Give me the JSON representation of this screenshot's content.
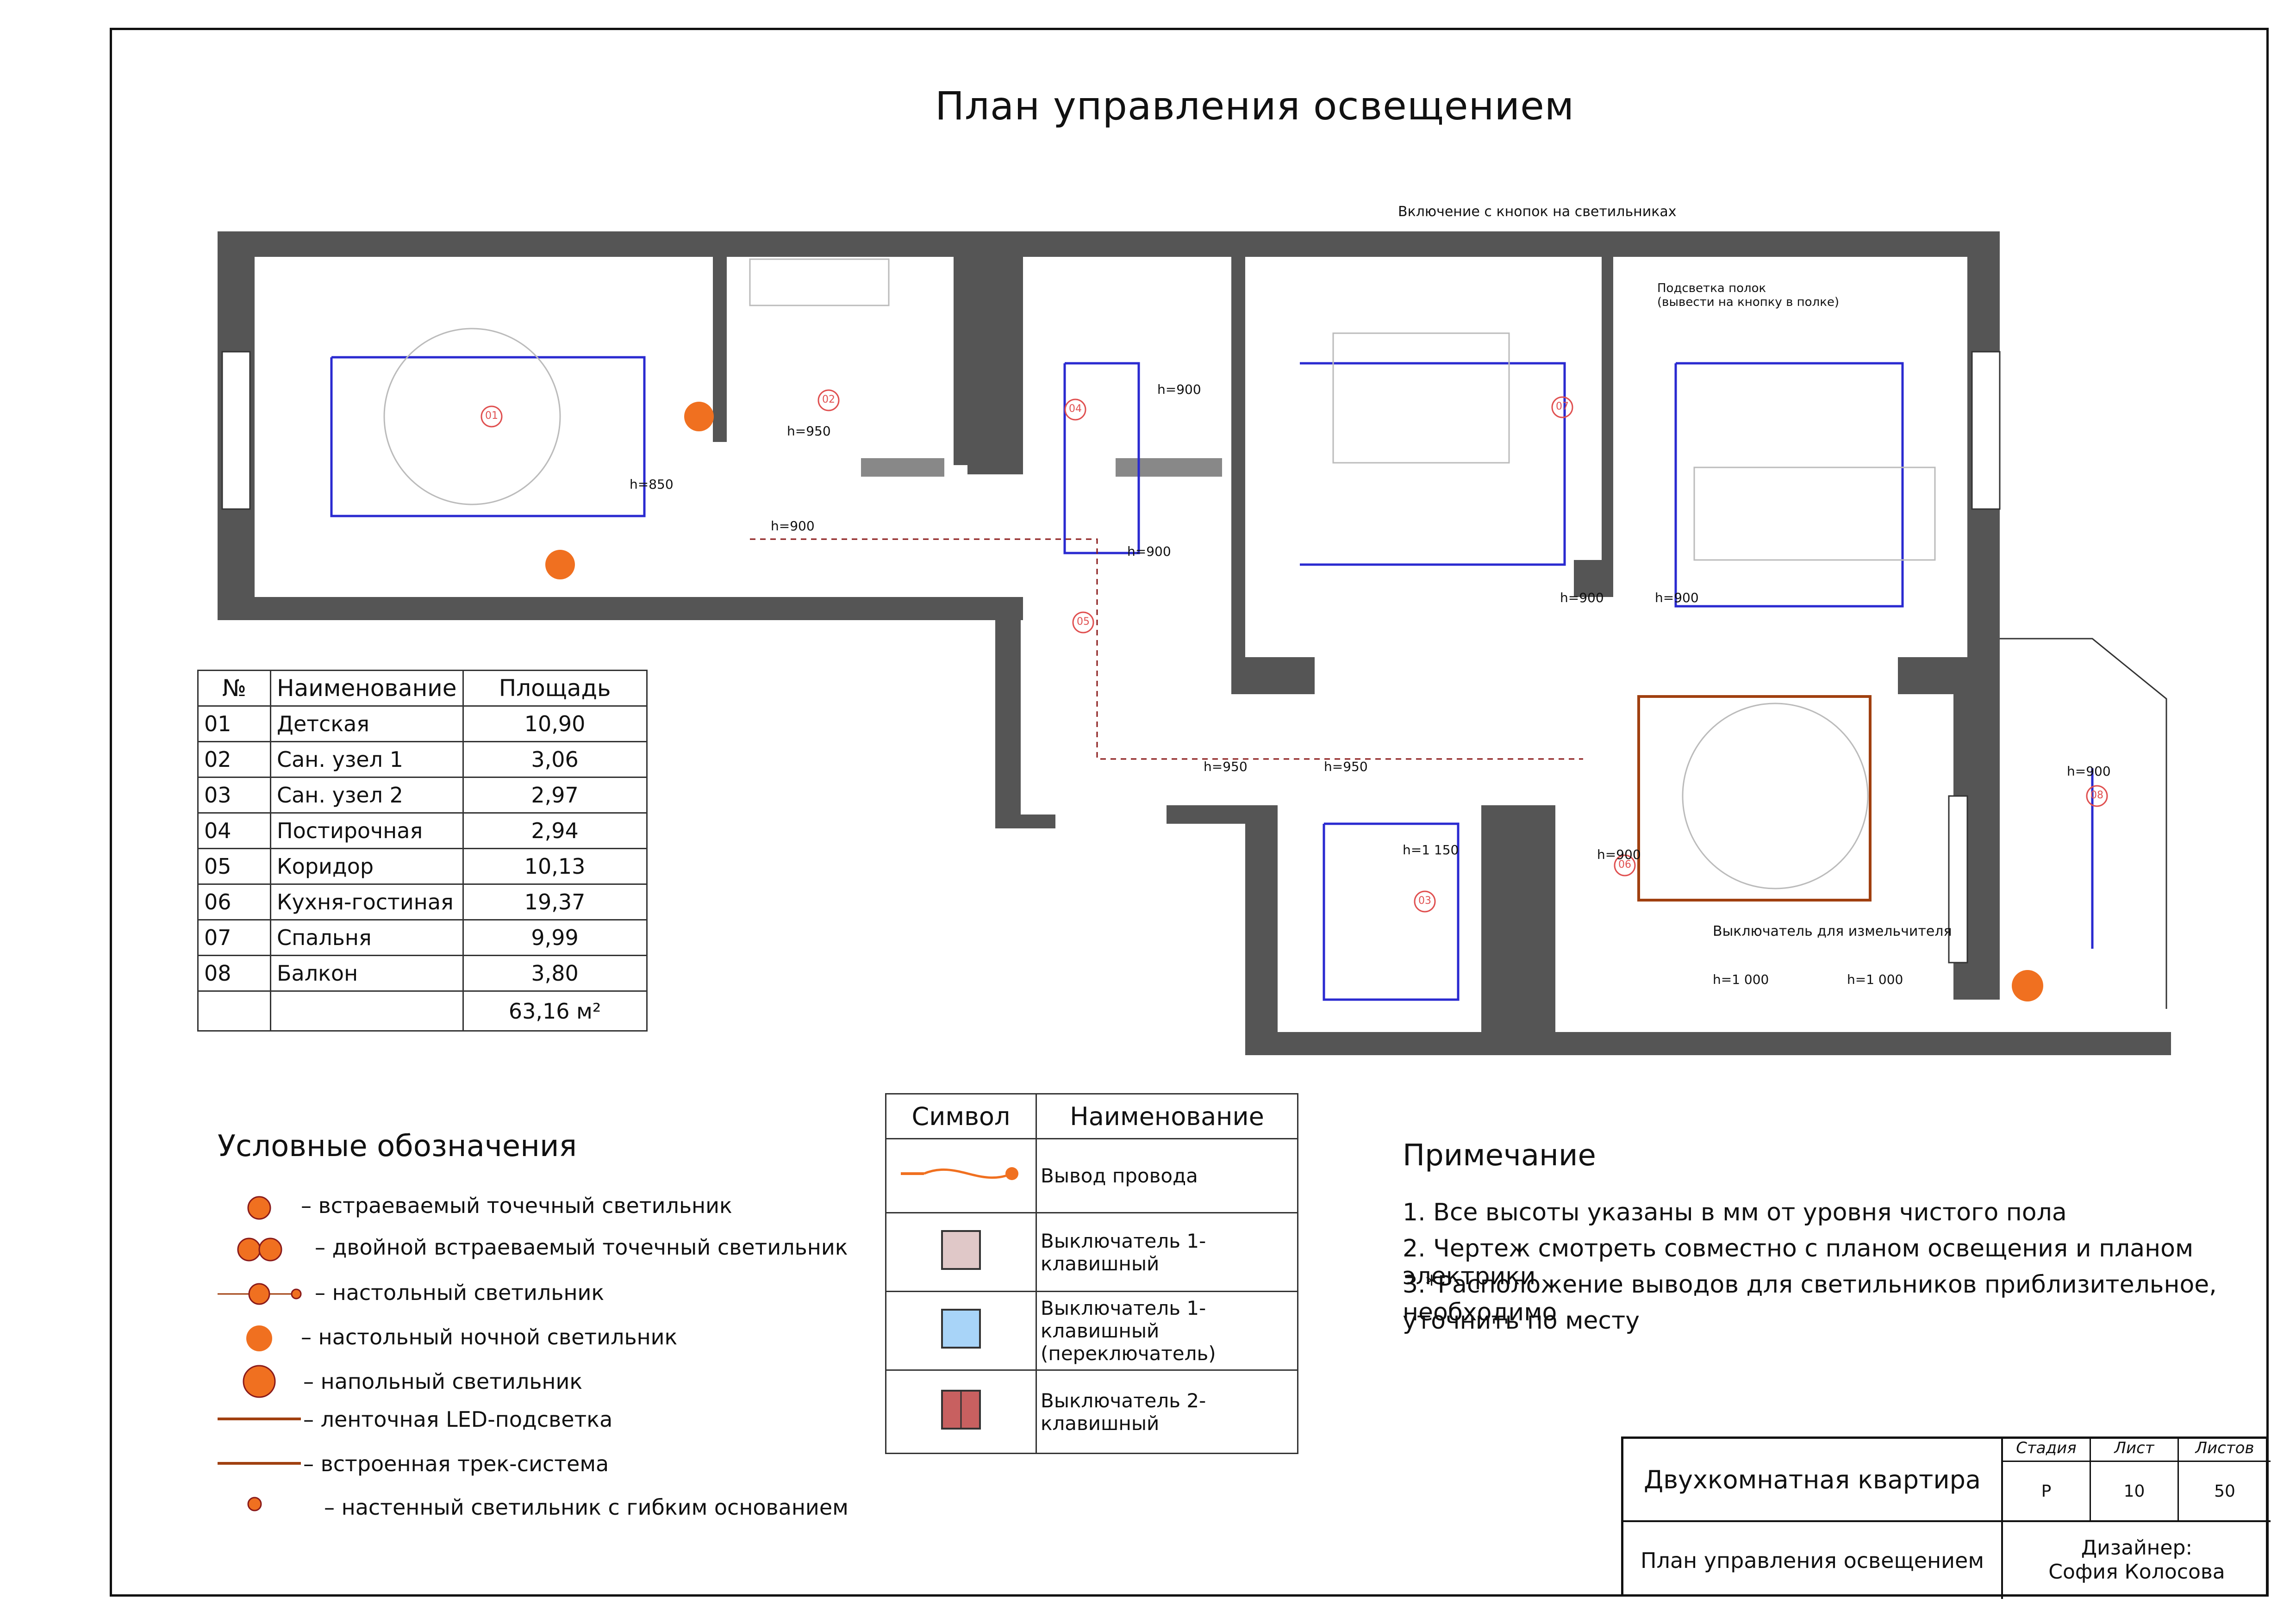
{
  "title": "План управления освещением",
  "plan": {
    "annotation_buttons": "Включение с кнопок на светильниках",
    "annotation_shelves_1": "Подсветка полок",
    "annotation_shelves_2": "(вывести на кнопку в полке)",
    "annotation_meter": "Выключатель для измельчителя",
    "room_tags": [
      "01",
      "02",
      "03",
      "04",
      "05",
      "06",
      "07",
      "08"
    ],
    "heights": [
      "h=850",
      "h=950",
      "h=900",
      "h=900",
      "h=900",
      "h=900",
      "h=900",
      "h=950",
      "h=950",
      "h=1 150",
      "h=900",
      "h=1 000",
      "h=1 000",
      "h=900"
    ]
  },
  "rooms_table": {
    "headers": [
      "№",
      "Наименование",
      "Площадь"
    ],
    "rows": [
      [
        "01",
        "Детская",
        "10,90"
      ],
      [
        "02",
        "Сан. узел 1",
        "3,06"
      ],
      [
        "03",
        "Сан. узел 2",
        "2,97"
      ],
      [
        "04",
        "Постирочная",
        "2,94"
      ],
      [
        "05",
        "Коридор",
        "10,13"
      ],
      [
        "06",
        "Кухня-гостиная",
        "19,37"
      ],
      [
        "07",
        "Спальня",
        "9,99"
      ],
      [
        "08",
        "Балкон",
        "3,80"
      ]
    ],
    "total": "63,16 м²"
  },
  "legend": {
    "title": "Условные обозначения",
    "items": [
      "– встраеваемый точечный светильник",
      "– двойной встраеваемый точечный светильник",
      "– настольный светильник",
      "– настольный ночной светильник",
      "– напольный светильник",
      "– ленточная LED-подсветка",
      "– встроенная трек-система",
      "– настенный светильник с гибким основанием"
    ]
  },
  "symbols_table": {
    "headers": [
      "Символ",
      "Наименование"
    ],
    "rows": [
      "Вывод провода",
      "Выключатель 1-клавишный",
      "Выключатель 1-клавишный (переключатель)",
      "Выключатель 2-клавишный"
    ]
  },
  "notes": {
    "title": "Примечание",
    "lines": [
      "1. Все высоты указаны в мм от уровня чистого пола",
      "2. Чертеж смотреть совместно с планом освещения и планом электрики",
      "3.*Расположение выводов для светильников приблизительное, необходимо",
      "уточнить по месту"
    ]
  },
  "stamp": {
    "project": "Двухкомнатная квартира",
    "sheet_title": "План управления освещением",
    "stage_label": "Стадия",
    "sheet_label": "Лист",
    "sheets_label": "Листов",
    "stage": "Р",
    "sheet": "10",
    "sheets": "50",
    "designer_label": "Дизайнер:",
    "designer": "София Колосова"
  },
  "colors": {
    "wall": "#555555",
    "wire": "#2a2ad0",
    "lamp": "#f07020",
    "led": "#a04010",
    "point": "#8a1a1a",
    "tag": "#e05050"
  }
}
